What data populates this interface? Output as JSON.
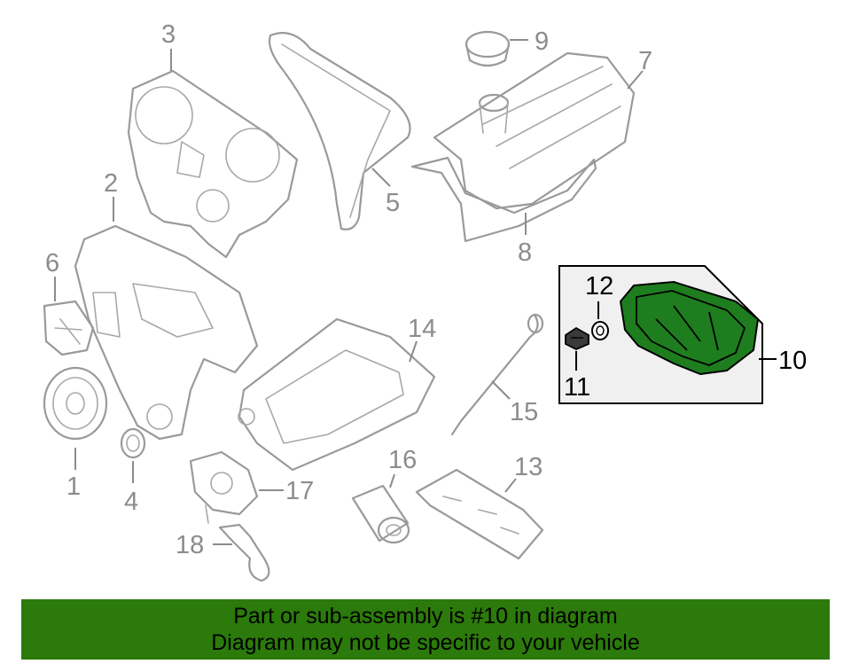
{
  "diagram": {
    "callouts": {
      "c1": "1",
      "c2": "2",
      "c3": "3",
      "c4": "4",
      "c5": "5",
      "c6": "6",
      "c7": "7",
      "c8": "8",
      "c9": "9",
      "c10": "10",
      "c11": "11",
      "c12": "12",
      "c13": "13",
      "c14": "14",
      "c15": "15",
      "c16": "16",
      "c17": "17",
      "c18": "18"
    },
    "highlight_color": "#1e7d1e"
  },
  "banner": {
    "line1": "Part or sub-assembly is #10 in diagram",
    "line2": "Diagram may not be specific to your vehicle",
    "color": "#2b7a0b"
  }
}
